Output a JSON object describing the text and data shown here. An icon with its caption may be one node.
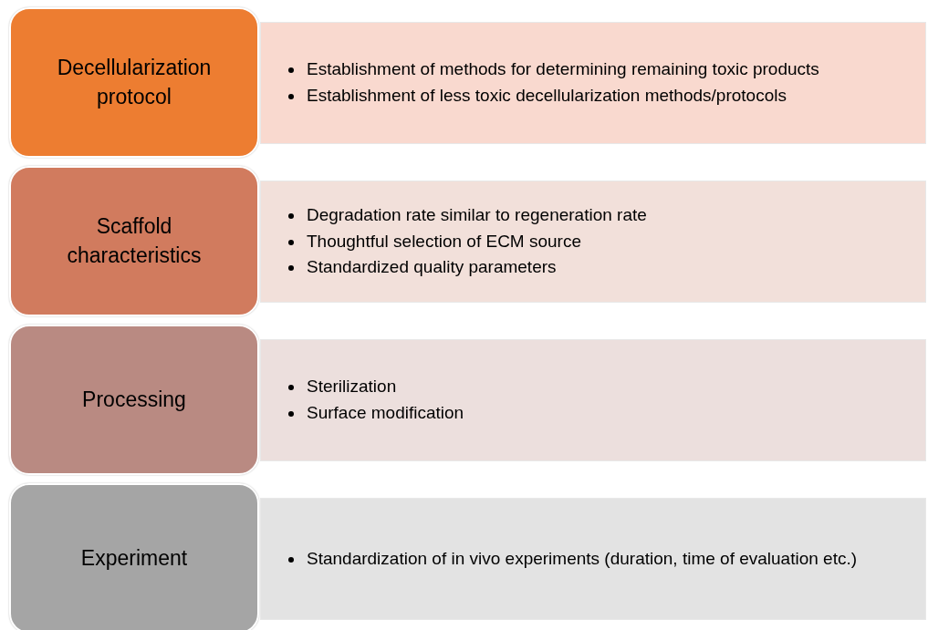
{
  "diagram": {
    "nodes": [
      {
        "text": [
          "Decellularization protocol"
        ]
      },
      {
        "text": [
          "Establishment of methods for determining remaining toxic products",
          "Establishment of less toxic decellularization methods/protocols"
        ]
      },
      {
        "text": [
          "Scaffold characteristics"
        ]
      },
      {
        "text": [
          "Degradation rate similar to regeneration rate",
          "Thoughtful selection of ECM source",
          "Standardized quality parameters"
        ]
      },
      {
        "text": [
          "Processing"
        ]
      },
      {
        "text": [
          "Sterilization",
          "Surface modification"
        ]
      },
      {
        "text": [
          "Experiment"
        ]
      },
      {
        "text": [
          "Standardization of in vivo experiments (duration, time of evaluation etc.)"
        ]
      }
    ]
  }
}
